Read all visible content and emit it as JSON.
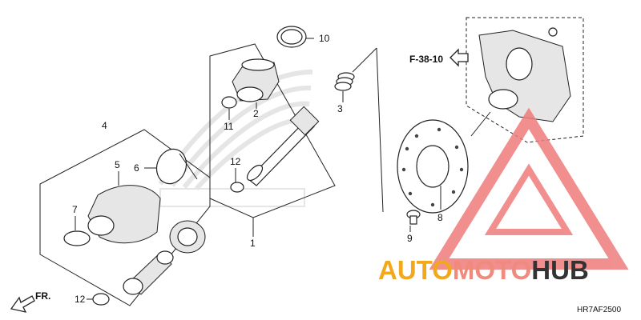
{
  "callouts": [
    {
      "id": "c1",
      "text": "1"
    },
    {
      "id": "c2",
      "text": "2"
    },
    {
      "id": "c3",
      "text": "3"
    },
    {
      "id": "c4",
      "text": "4"
    },
    {
      "id": "c5",
      "text": "5"
    },
    {
      "id": "c6",
      "text": "6"
    },
    {
      "id": "c7",
      "text": "7"
    },
    {
      "id": "c8",
      "text": "8"
    },
    {
      "id": "c9",
      "text": "9"
    },
    {
      "id": "c10",
      "text": "10"
    },
    {
      "id": "c11",
      "text": "11"
    },
    {
      "id": "c12a",
      "text": "12"
    },
    {
      "id": "c12b",
      "text": "12"
    }
  ],
  "reference": "F-38-10",
  "front_label": "FR.",
  "diagram_code": "HR7AF2500",
  "watermark": {
    "part1": "AUTO",
    "part2": "MOTO",
    "part3": "HUB",
    "color1": "#f2a81d",
    "color2": "#ef8a7c",
    "color3": "#333333",
    "logo_color": "#ef7c7c"
  }
}
